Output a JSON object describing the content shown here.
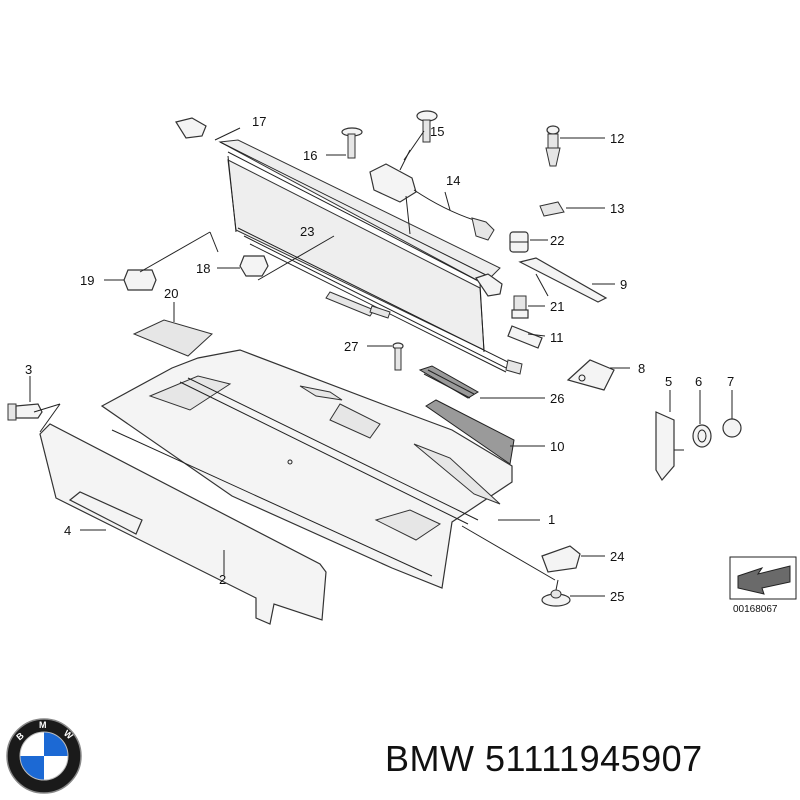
{
  "callouts": [
    "1",
    "2",
    "3",
    "4",
    "5",
    "6",
    "7",
    "8",
    "9",
    "10",
    "11",
    "12",
    "13",
    "14",
    "15",
    "16",
    "17",
    "18",
    "19",
    "20",
    "21",
    "22",
    "23",
    "24",
    "25",
    "26",
    "27"
  ],
  "reference_code": "00168067",
  "footer": {
    "brand": "BMW",
    "part_number": "51111945907",
    "text": "BMW 51111945907"
  },
  "logo": {
    "letters": "BMW",
    "colors": {
      "blue": "#1c69d4",
      "white": "#ffffff",
      "ring": "#1a1a1a"
    }
  }
}
